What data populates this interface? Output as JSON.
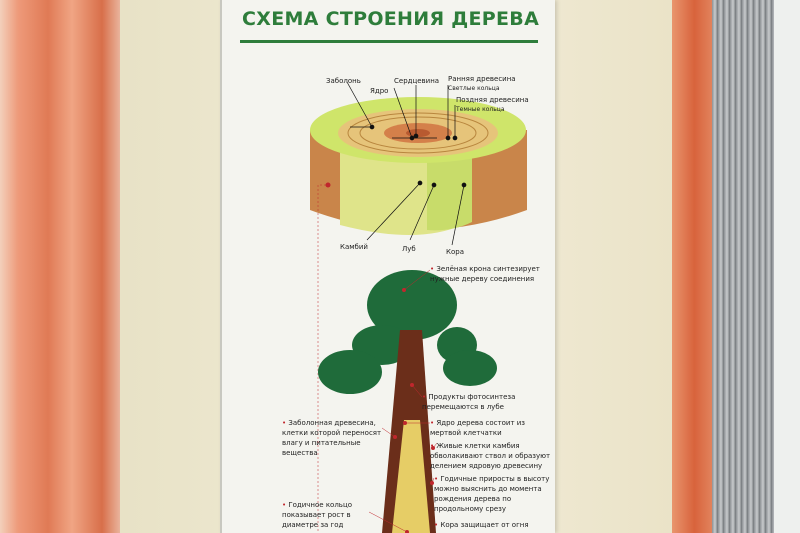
{
  "poster": {
    "title": "СХЕМА СТРОЕНИЯ ДЕРЕВА",
    "cross_section_labels": {
      "sapwood": "Заболонь",
      "heartwood": "Ядро",
      "pith": "Сердцевина",
      "early_wood": "Ранняя древесина",
      "early_wood_sub": "Светлые кольца",
      "late_wood": "Поздняя древесина",
      "late_wood_sub": "Темные кольца",
      "cambium": "Камбий",
      "bast": "Луб",
      "bark": "Кора"
    },
    "tree_notes": [
      "Зелёная крона синтезирует нужные дереву соединения",
      "Продукты фотосинтеза перемещаются в лубе",
      "Заболонная древесина, клетки которой переносят влагу и питательные вещества",
      "Ядро дерева состоит из мертвой клетчатки",
      "Живые клетки камбия обволакивают ствол и образуют делением ядровую древесину",
      "Годичные приросты в высоту можно выяснить до момента рождения дерева по продольному срезу",
      "Годичное кольцо показывает рост в диаметре за год",
      "Кора защищает от огня"
    ]
  },
  "colors": {
    "title_green": "#2e7d3b",
    "accent_red": "#c0272d"
  }
}
